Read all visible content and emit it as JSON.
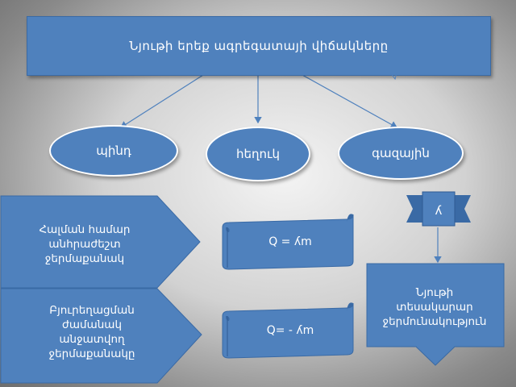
{
  "title": "Նյութի երեք ագրեգատայի վիճակները",
  "states": [
    "պինդ",
    "հեղուկ",
    "գազային"
  ],
  "melting_box": {
    "lines": [
      "Հալման համար",
      "անհրաժեշտ",
      "ջերմաքանակ"
    ]
  },
  "boiling_box": {
    "lines": [
      "Բյուրեղացման",
      "ժամանակ",
      "անջատվող",
      "ջերմաքանակը"
    ]
  },
  "formula_top": "Q = ʎm",
  "formula_bottom": "Q= - ʎm",
  "lambda_label": "ʎ",
  "specific_heat": {
    "lines": [
      "Նյութի",
      "տեսակարար",
      "ջերմունակություն"
    ]
  },
  "colors": {
    "shape_fill": "#4f81bd",
    "shape_dark": "#3a6aa5",
    "connector": "#4f81bd"
  }
}
